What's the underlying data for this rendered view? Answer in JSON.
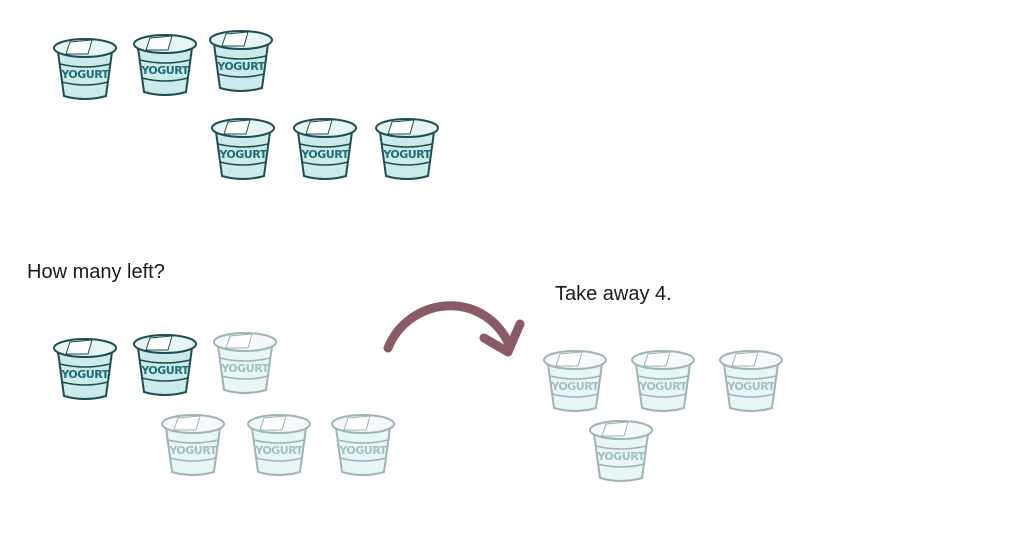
{
  "cup_label": "YOGURT",
  "question": "How many left?",
  "instruction": "Take away 4.",
  "colors": {
    "cup_fill": "#cbeaea",
    "cup_stripe": "#e6f5f5",
    "cup_outline": "#1f4d52",
    "label_text": "#1d6e79",
    "arrow": "#8a5a66"
  },
  "groups": {
    "start": {
      "count": 6,
      "removed": 0
    },
    "remaining": {
      "count": 6,
      "faded": 4
    },
    "taken_away": {
      "count": 4,
      "faded": 4
    }
  }
}
